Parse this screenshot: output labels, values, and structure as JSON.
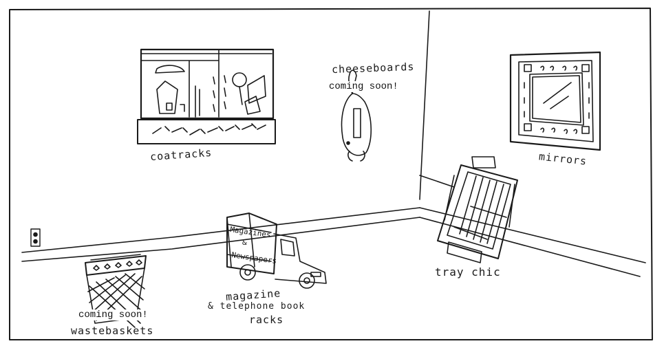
{
  "labels": {
    "coatracks": "coatracks",
    "cheeseboards": "cheeseboards",
    "mirrors": "mirrors",
    "tray_chic": "tray chic",
    "racks_line1": "magazine",
    "racks_line2": "& telephone book",
    "racks_line3": "racks",
    "wastebaskets": "wastebaskets"
  },
  "badges": {
    "cheeseboards": "coming soon!",
    "wastebaskets": "coming soon!"
  },
  "truck_text": {
    "top": "Magazines",
    "middle": "&",
    "bottom": "Newspapers"
  },
  "colors": {
    "ink": "#1a1a1a",
    "paper": "#ffffff"
  }
}
